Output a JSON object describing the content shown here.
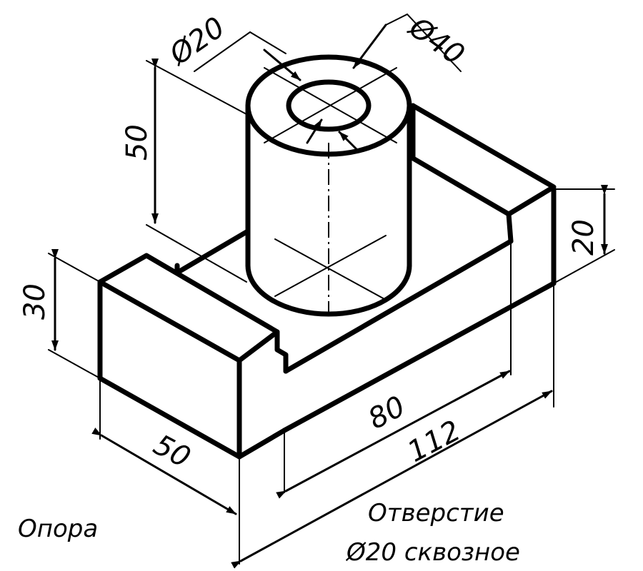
{
  "title": "Опора",
  "note": {
    "line1": "Отверстие",
    "line2": "Ø20 сквозное"
  },
  "dimensions": {
    "hole_diameter": "Ø20",
    "cylinder_diameter": "Ø40",
    "cylinder_height": "50",
    "end_block_height": "30",
    "wall_height": "20",
    "base_width": "50",
    "inner_length": "80",
    "total_length": "112"
  }
}
